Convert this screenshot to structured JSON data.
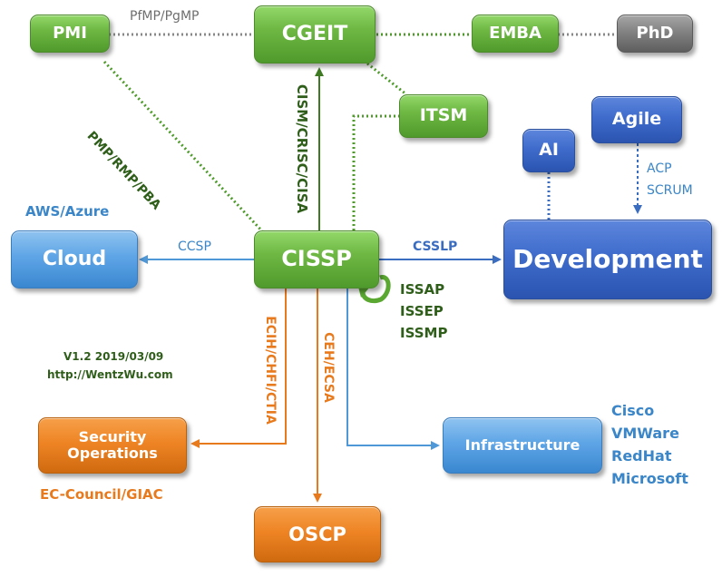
{
  "nodes": {
    "pmi": "PMI",
    "cgeit": "CGEIT",
    "emba": "EMBA",
    "phd": "PhD",
    "itsm": "ITSM",
    "agile": "Agile",
    "ai": "AI",
    "cloud": "Cloud",
    "cissp": "CISSP",
    "development": "Development",
    "security_operations": "Security Operations",
    "infrastructure": "Infrastructure",
    "oscp": "OSCP"
  },
  "edge_labels": {
    "pfmp_pgmp": "PfMP/PgMP",
    "pmp_rmp_pba": "PMP/RMP/PBA",
    "cism_crisc_cisa": "CISM/CRISC/CISA",
    "acp": "ACP",
    "scrum": "SCRUM",
    "ccsp": "CCSP",
    "csslp": "CSSLP",
    "ecih_chfi_ctia": "ECIH/CHFI/CTIA",
    "ceh_ecsa": "CEH/ECSA"
  },
  "annotations": {
    "aws_azure": "AWS/Azure",
    "issap": "ISSAP",
    "issep": "ISSEP",
    "issmp": "ISSMP",
    "version": "V1.2 2019/03/09",
    "url": "http://WentzWu.com",
    "ec_council_giac": "EC-Council/GIAC",
    "vendors": [
      "Cisco",
      "VMWare",
      "RedHat",
      "Microsoft"
    ]
  },
  "colors": {
    "green": "#5aa832",
    "dark_green": "#3a6b1e",
    "blue": "#3f6ccc",
    "light_blue": "#4f98d8",
    "orange": "#e87a1e",
    "gray": "#808080",
    "label_blue": "#3a86c8",
    "label_green": "#2f5e1a"
  }
}
